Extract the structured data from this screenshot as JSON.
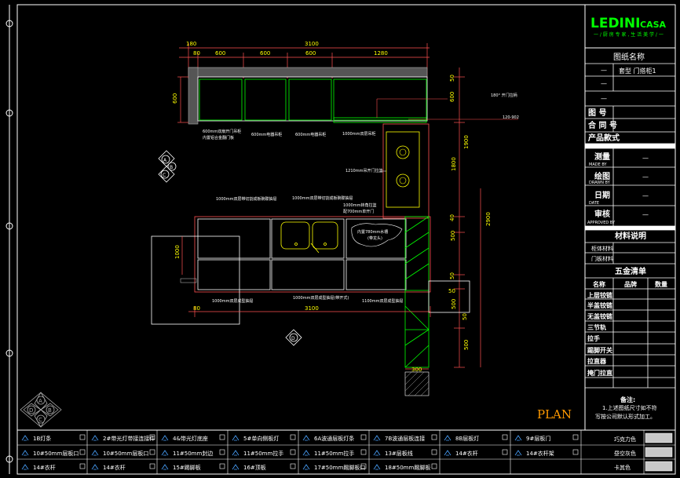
{
  "brand": {
    "logo_text": "LEDINI",
    "logo_suffix": "CASA",
    "slogan": "一 / 厨 房 专 家 , 生 活 美 学 / 一"
  },
  "title_block": {
    "drawing_name_label": "图纸名称",
    "dash_1": "—",
    "drawing_title": "套型 门搭柜1",
    "dash_2": "—",
    "dash_3": "—",
    "drawing_no_label": "图  号",
    "contract_no_label": "合 同 号",
    "product_style_label": "产品款式",
    "measured_label": "测量",
    "measured_en": "MADE BY",
    "measured_val": "—",
    "drawn_label": "绘图",
    "drawn_en": "DRAWN BY",
    "drawn_val": "—",
    "date_label": "日期",
    "date_en": "DATE",
    "date_val": "—",
    "approved_label": "审核",
    "approved_en": "APPROVED BY",
    "approved_val": "—",
    "material_header": "材料说明",
    "cabinet_material": "柜体材料",
    "door_material": "门板材料",
    "hardware_header": "五金清单",
    "col_name": "名称",
    "col_brand": "品牌",
    "col_qty": "数量",
    "hardware_items": [
      "上层铰链",
      "半盖铰链",
      "无盖铰链",
      "三节轨",
      "拉手",
      "踢脚开关",
      "拉直器",
      "掩门拉直"
    ],
    "notes_title": "备注:",
    "notes_line1": "1.上述图纸尺寸如不符",
    "notes_line2": "写按公司默认形式加工。"
  },
  "plan_label": "PLAN",
  "dimensions": {
    "top_total": "3100",
    "top_segments": [
      "80",
      "600",
      "600",
      "600",
      "1280"
    ],
    "top_left": "180",
    "wall_depth": "600",
    "right_col": [
      "50",
      "600",
      "1900",
      "1800",
      "40",
      "500",
      "50",
      "500",
      "50",
      "500"
    ],
    "right_total": "2900",
    "bottom_total": "3100",
    "bottom_left": "80",
    "island_height": "1000",
    "base_width": "300",
    "top_right_1": "180° 开门拉柄",
    "top_right_2": "120-902"
  },
  "annotations": {
    "upper_1": "600mm双扇开门吊柜",
    "upper_1b": "内置铝合金翻门板",
    "upper_2": "600mm电器吊柜",
    "upper_3": "600mm电器吊柜",
    "upper_4": "1000mm双层吊柜",
    "mid_1": "1000mm双层带切割成板碗碟抽屉",
    "mid_2": "1000mm双层带切割成板碗碟抽屉",
    "mid_3": "1000mm转角拉篮",
    "mid_3b": "配700mm单开门",
    "mid_4": "1210mm吊开门拉篮",
    "inner_1": "内置780mm水槽",
    "inner_1b": "(带龙头)",
    "lower_1": "1000mm双层成型抽屉",
    "lower_2": "1000mm双层成型抽屉(带开式)",
    "lower_3": "1100mm双层成型抽屉"
  },
  "view_markers": {
    "marker_a": "A",
    "marker_b": "B",
    "marker_c": "C",
    "marker_d": "D",
    "marker_bottom_d": "D"
  },
  "compass": {
    "top": "A",
    "left": "D",
    "right": "B",
    "bottom": "C",
    "center": "B"
  },
  "legend": {
    "row1": [
      {
        "label": "1B灯条"
      },
      {
        "label": "2#带光灯带接连接件"
      },
      {
        "label": "4&带光灯底座"
      },
      {
        "label": "5#单向侧板灯"
      },
      {
        "label": "6A波通层板灯条"
      },
      {
        "label": "7B波通层板连接"
      },
      {
        "label": "8B层板灯"
      },
      {
        "label": "9#层板门"
      }
    ],
    "row2": [
      {
        "label": "10#50mm层板口"
      },
      {
        "label": "10#50mm层板口"
      },
      {
        "label": "11#50mm封边"
      },
      {
        "label": "11#50mm拉手"
      },
      {
        "label": "11#50mm拉手"
      },
      {
        "label": "13#层板线"
      },
      {
        "label": "14#衣杆"
      },
      {
        "label": "14#衣杆架"
      }
    ],
    "row3": [
      {
        "label": "14#衣杆"
      },
      {
        "label": "14#衣杆"
      },
      {
        "label": "15#踢脚板"
      },
      {
        "label": "16#顶板"
      },
      {
        "label": "17#50mm踢脚板口"
      },
      {
        "label": "18#50mm踢脚板"
      }
    ],
    "colors": [
      "巧克力色",
      "昼空灰色",
      "卡其色"
    ]
  }
}
